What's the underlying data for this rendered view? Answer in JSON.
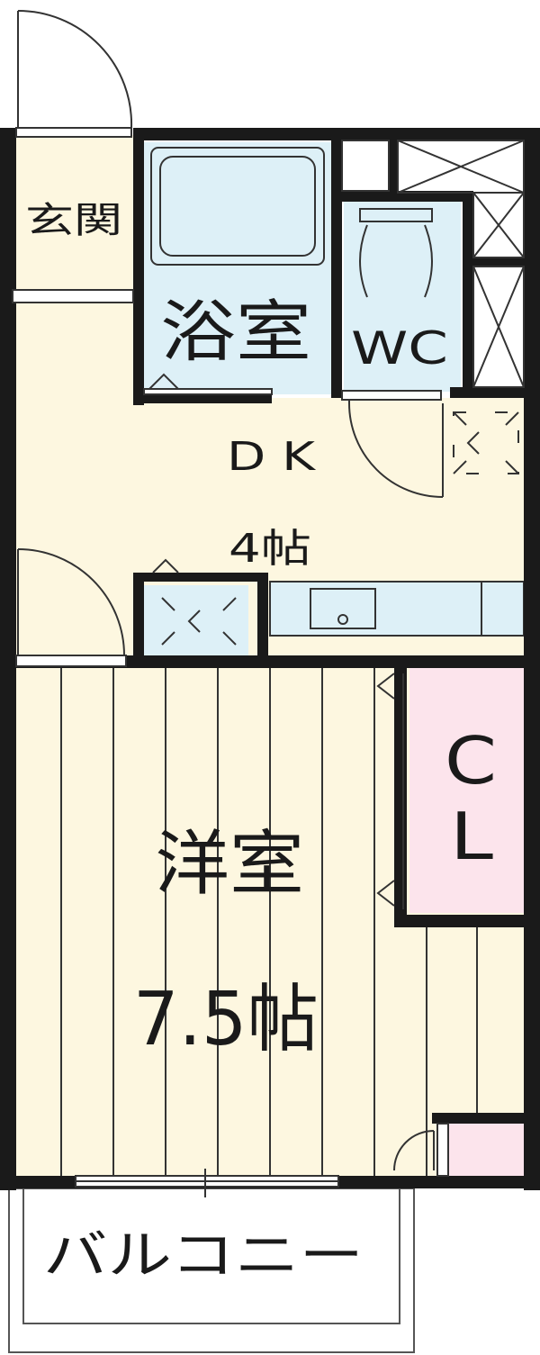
{
  "rooms": {
    "genkan": "玄関",
    "bath": "浴室",
    "wc": "WC",
    "dk": "D K",
    "dk_size": "4帖",
    "western": "洋室",
    "western_size": "7.5帖",
    "closet_c": "C",
    "closet_l": "L",
    "balcony": "バルコニー"
  },
  "colors": {
    "floor": "#fdf7e0",
    "wet_area": "#ddf0f7",
    "closet": "#fce4ec",
    "wall": "#1a1a1a"
  }
}
